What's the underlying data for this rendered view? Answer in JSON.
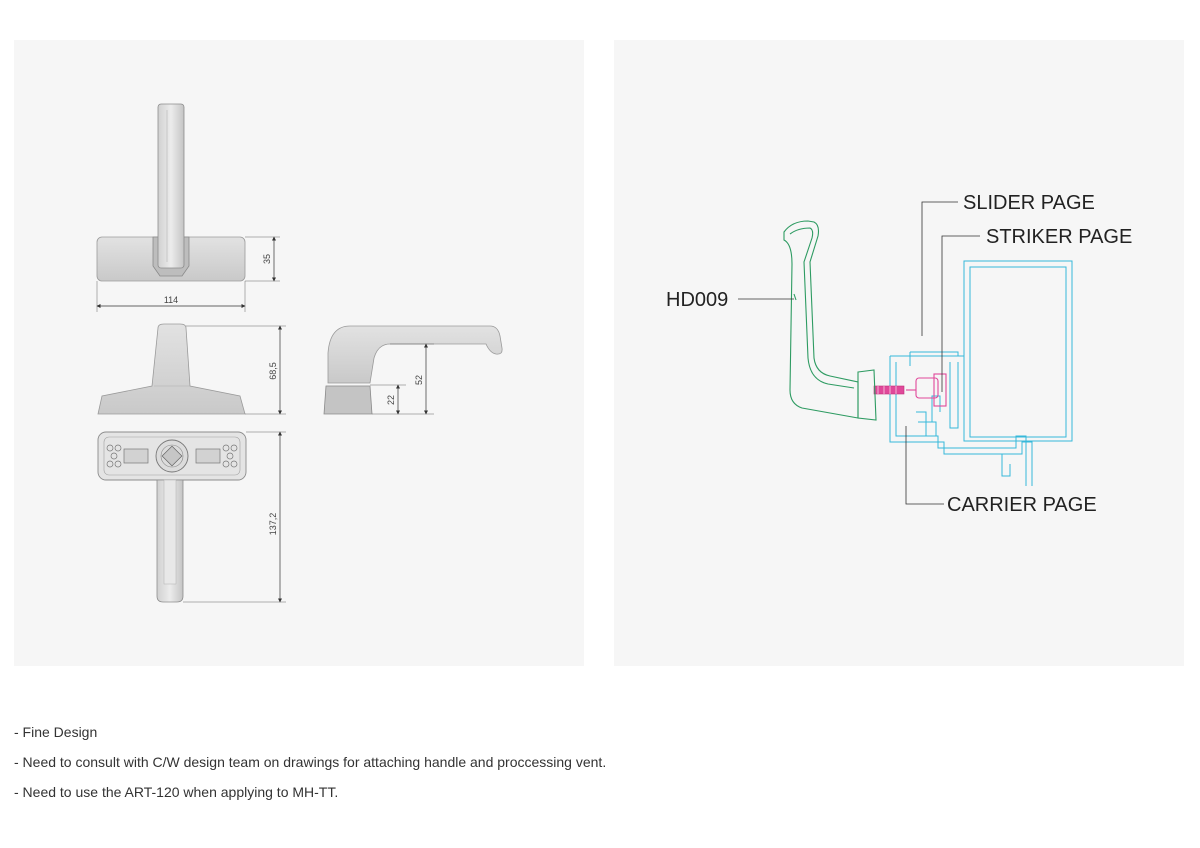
{
  "left_drawing": {
    "dimensions": {
      "width_top": "114",
      "height_top": "35",
      "height_side": "68,5",
      "height_profile_small": "22",
      "height_profile_large": "52",
      "length_bottom": "137,2"
    }
  },
  "right_drawing": {
    "labels": {
      "handle": "HD009",
      "slider": "SLIDER PAGE",
      "striker": "STRIKER PAGE",
      "carrier": "CARRIER PAGE"
    },
    "colors": {
      "handle_outline": "#2e9b62",
      "frame_profile": "#36b8da",
      "striker_part": "#e0489a"
    }
  },
  "notes": [
    "- Fine Design",
    "- Need to consult with C/W design team on drawings for attaching handle and proccessing vent.",
    "- Need to use the ART-120 when applying to MH-TT."
  ]
}
